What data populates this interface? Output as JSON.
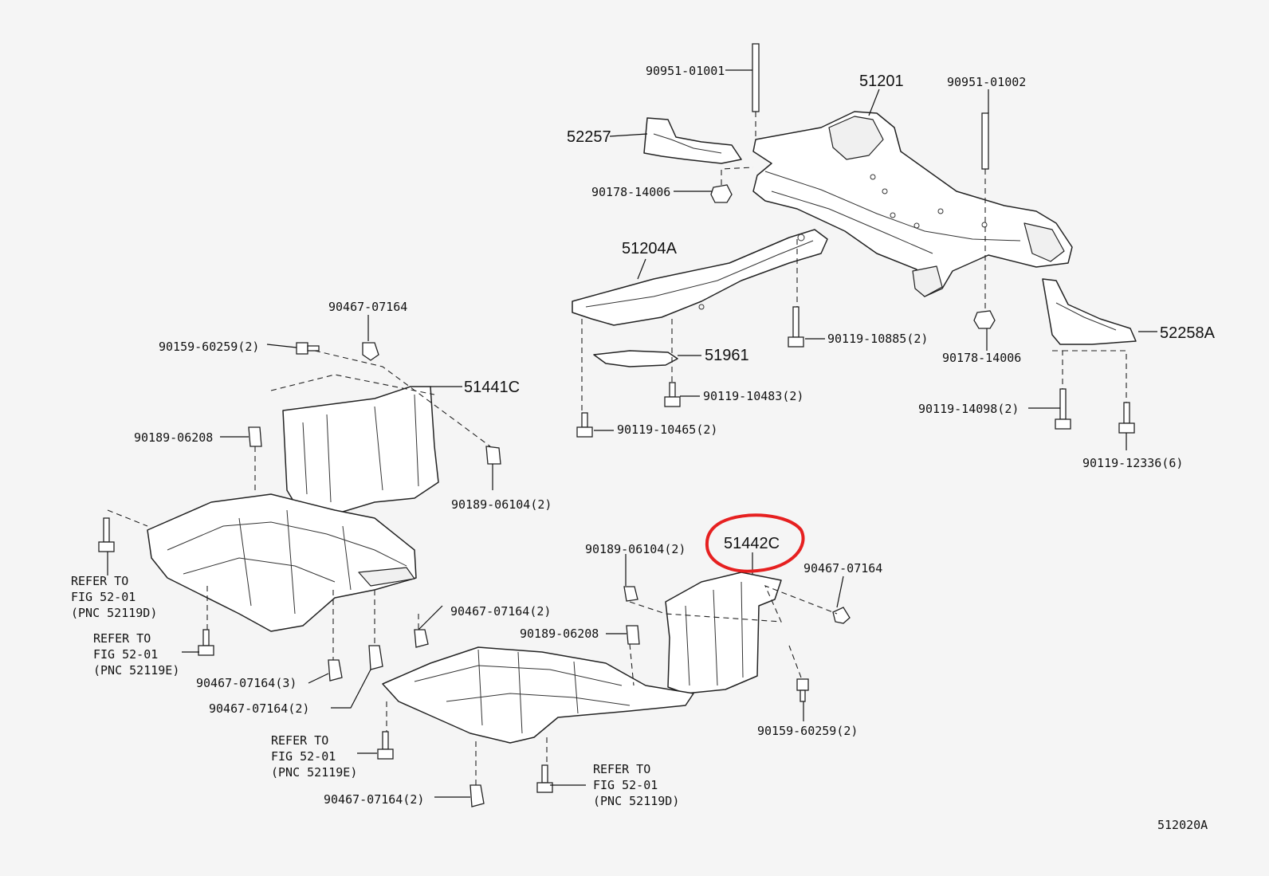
{
  "callouts": {
    "c1": "90951-01001",
    "c2": "51201",
    "c3": "90951-01002",
    "c4": "52257",
    "c5": "90178-14006",
    "c6": "51204A",
    "c7": "90467-07164",
    "c8": "90159-60259(2)",
    "c9": "90119-10885(2)",
    "c10": "52258A",
    "c11": "51961",
    "c12": "90178-14006",
    "c13": "51441C",
    "c14": "90119-10483(2)",
    "c15": "90119-14098(2)",
    "c16": "90189-06208",
    "c17": "90119-10465(2)",
    "c18": "90119-12336(6)",
    "c19": "90189-06104(2)",
    "c20": "51442C",
    "c21": "90189-06104(2)",
    "c22": "90467-07164",
    "c23": "90467-07164(2)",
    "c24": "90189-06208",
    "c25": "90467-07164(3)",
    "c26": "90467-07164(2)",
    "c27": "90159-60259(2)",
    "c28": "90467-07164(2)"
  },
  "refs": {
    "r1": [
      "REFER TO",
      "FIG 52-01",
      "(PNC 52119D)"
    ],
    "r2": [
      "REFER TO",
      "FIG 52-01",
      "(PNC 52119E)"
    ],
    "r3": [
      "REFER TO",
      "FIG 52-01",
      "(PNC 52119E)"
    ],
    "r4": [
      "REFER TO",
      "FIG 52-01",
      "(PNC 52119D)"
    ]
  },
  "figure_id": "512020A",
  "highlight": {
    "target": "c20",
    "color": "#e62020"
  }
}
